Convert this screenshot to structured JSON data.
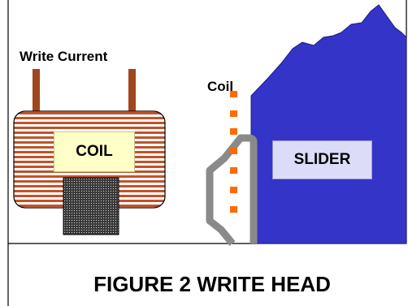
{
  "labels": {
    "write_current": "Write Current",
    "coil_callout": "Coil",
    "coil_core": "COIL",
    "slider": "SLIDER",
    "figure_caption": "FIGURE 2 WRITE HEAD"
  },
  "colors": {
    "coil_winding": "#c0532b",
    "coil_stripe": "#ffffff",
    "lead_wire": "#a0461c",
    "coil_core_fill": "#ffffc8",
    "magnetic_core": "#404040",
    "slider_body": "#3434c8",
    "slider_label_fill": "#dcdcf8",
    "head_pole": "#8a8a8a",
    "coil_turn_marker": "#ff6a00",
    "frame": "#000000"
  }
}
